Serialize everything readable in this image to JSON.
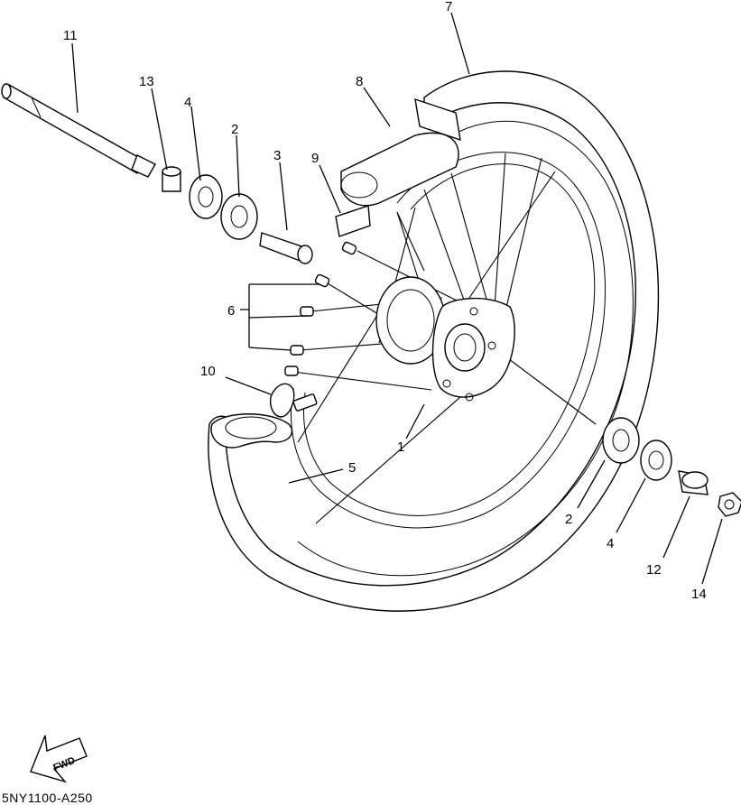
{
  "diagram_code": "5NY1100-A250",
  "fwd_label": "FWD",
  "callouts": [
    {
      "id": "c11",
      "text": "11"
    },
    {
      "id": "c13",
      "text": "13"
    },
    {
      "id": "c4a",
      "text": "4"
    },
    {
      "id": "c2a",
      "text": "2"
    },
    {
      "id": "c3",
      "text": "3"
    },
    {
      "id": "c9",
      "text": "9"
    },
    {
      "id": "c8",
      "text": "8"
    },
    {
      "id": "c7",
      "text": "7"
    },
    {
      "id": "c6",
      "text": "6"
    },
    {
      "id": "c10",
      "text": "10"
    },
    {
      "id": "c1",
      "text": "1"
    },
    {
      "id": "c5",
      "text": "5"
    },
    {
      "id": "c2b",
      "text": "2"
    },
    {
      "id": "c4b",
      "text": "4"
    },
    {
      "id": "c12",
      "text": "12"
    },
    {
      "id": "c14",
      "text": "14"
    }
  ]
}
